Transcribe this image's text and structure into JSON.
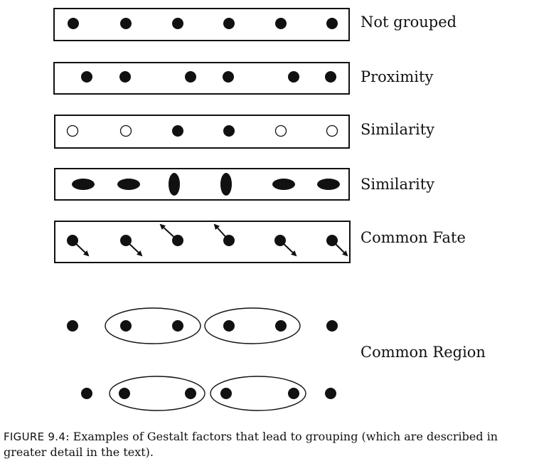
{
  "rows": [
    {
      "id": "not-grouped",
      "label": "Not grouped"
    },
    {
      "id": "proximity",
      "label": "Proximity"
    },
    {
      "id": "similarity-fill",
      "label": "Similarity"
    },
    {
      "id": "similarity-shape",
      "label": "Similarity"
    },
    {
      "id": "common-fate",
      "label": "Common Fate"
    },
    {
      "id": "common-region",
      "label": "Common Region"
    }
  ],
  "caption": {
    "figure_label": "FIGURE 9.4",
    "text": ": Examples of Gestalt factors that lead to grouping (which are described in greater detail in the text)."
  },
  "colors": {
    "ink": "#111111",
    "background": "#ffffff"
  }
}
